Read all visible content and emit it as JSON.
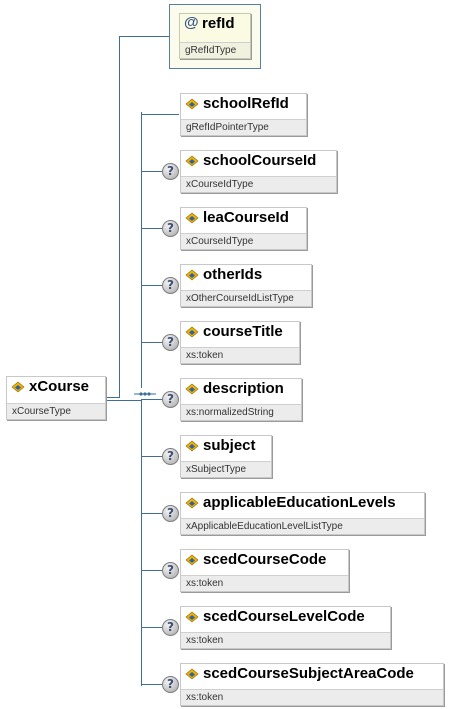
{
  "root": {
    "name": "xCourse",
    "type": "xCourseType"
  },
  "attribute": {
    "name": "refId",
    "type": "gRefIdType"
  },
  "elements": [
    {
      "name": "schoolRefId",
      "type": "gRefIdPointerType",
      "optional": false
    },
    {
      "name": "schoolCourseId",
      "type": "xCourseIdType",
      "optional": true
    },
    {
      "name": "leaCourseId",
      "type": "xCourseIdType",
      "optional": true
    },
    {
      "name": "otherIds",
      "type": "xOtherCourseIdListType",
      "optional": true
    },
    {
      "name": "courseTitle",
      "type": "xs:token",
      "optional": true
    },
    {
      "name": "description",
      "type": "xs:normalizedString",
      "optional": true
    },
    {
      "name": "subject",
      "type": "xSubjectType",
      "optional": true
    },
    {
      "name": "applicableEducationLevels",
      "type": "xApplicableEducationLevelListType",
      "optional": true
    },
    {
      "name": "scedCourseCode",
      "type": "xs:token",
      "optional": true
    },
    {
      "name": "scedCourseLevelCode",
      "type": "xs:token",
      "optional": true
    },
    {
      "name": "scedCourseSubjectAreaCode",
      "type": "xs:token",
      "optional": true
    }
  ],
  "colors": {
    "connector": "#3e6e96",
    "icon_diamond": "#f0b400",
    "icon_inner": "#2f5fa8"
  },
  "icons": {
    "element": "element-diamond-icon",
    "attribute": "at-sign-icon",
    "optional": "question-mark-icon"
  }
}
